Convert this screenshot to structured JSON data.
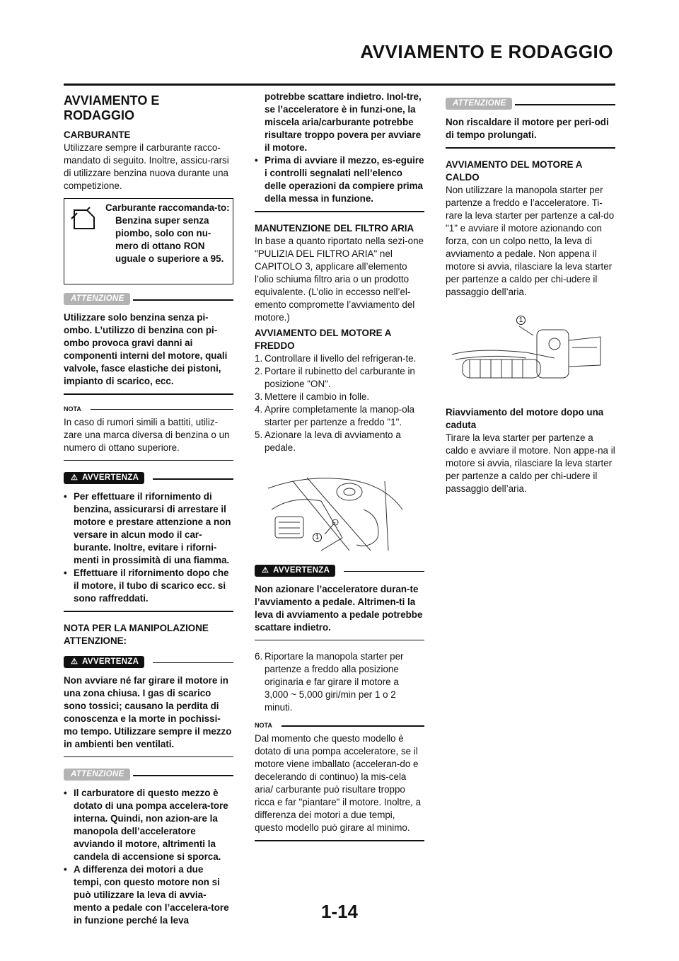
{
  "header": {
    "title": "AVVIAMENTO E RODAGGIO"
  },
  "footer": {
    "page": "1-14"
  },
  "col1": {
    "section_title": "AVVIAMENTO E RODAGGIO",
    "fuel_heading": "CARBURANTE",
    "fuel_text": "Utilizzare sempre il carburante racco-mandato di seguito. Inoltre, assicu-rarsi di utilizzare benzina nuova durante una competizione.",
    "box_title": "Carburante raccomanda-to:",
    "box_text": "Benzina super senza piombo, solo con nu-mero di ottano RON uguale o superiore a 95.",
    "att1_label": "ATTENZIONE",
    "att1_text": "Utilizzare solo benzina senza pi-ombo. L’utilizzo di benzina con pi-ombo provoca gravi danni ai componenti interni del motore, quali valvole, fasce elastiche dei pistoni, impianto di scarico, ecc.",
    "nota_label": "NOTA",
    "nota_text": "In caso di rumori simili a battiti, utiliz-zare una marca diversa di benzina o un numero di ottano superiore.",
    "avv1_label": "AVVERTENZA",
    "avv1_items": [
      "Per effettuare il rifornimento di benzina, assicurarsi di arrestare il motore e prestare attenzione a non versare in alcun modo il car-burante. Inoltre, evitare i riforni-menti in prossimità di una fiamma.",
      "Effettuare il rifornimento dopo che il motore, il tubo di scarico ecc. si sono raffreddati."
    ],
    "handling_heading": "NOTA PER LA MANIPOLAZIONE ATTENZIONE:",
    "avv2_label": "AVVERTENZA",
    "avv2_text": "Non avviare né far girare il motore in una zona chiusa. I gas di scarico sono tossici; causano la perdita di conoscenza e la morte in pochissi-mo tempo. Utilizzare sempre il mezzo in ambienti ben ventilati.",
    "att2_label": "ATTENZIONE",
    "att2_items": [
      "Il carburatore di questo mezzo è dotato di una pompa accelera-tore interna. Quindi, non azion-are la manopola dell’acceleratore avviando il motore, altrimenti la candela di accensione si sporca.",
      "A differenza dei motori a due tempi, con questo motore non si può utilizzare la leva di avvia-mento a pedale con l’accelera-tore in funzione perché la leva"
    ]
  },
  "col2": {
    "cont_items": [
      "potrebbe scattare indietro. Inol-tre, se l’acceleratore è in funzi-one, la miscela aria/carburante potrebbe risultare troppo povera per avviare il motore.",
      "Prima di avviare il mezzo, es-eguire i controlli segnalati nell’elenco delle operazioni da compiere prima della messa in funzione."
    ],
    "filter_heading": "MANUTENZIONE DEL FILTRO ARIA",
    "filter_text": "In base a quanto riportato nella sezi-one \"PULIZIA DEL FILTRO ARIA\" nel CAPITOLO 3, applicare all’elemento l’olio schiuma filtro aria o un prodotto equivalente. (L’olio in eccesso nell’el-emento compromette l’avviamento del motore.)",
    "cold_heading": "AVVIAMENTO DEL MOTORE A FREDDO",
    "cold_steps": [
      {
        "n": "1.",
        "t": "Controllare il livello del refrigeran-te."
      },
      {
        "n": "2.",
        "t": "Portare il rubinetto del carburante in posizione \"ON\"."
      },
      {
        "n": "3.",
        "t": "Mettere il cambio in folle."
      },
      {
        "n": "4.",
        "t": "Aprire completamente la manop-ola starter per partenze a freddo \"1\"."
      },
      {
        "n": "5.",
        "t": "Azionare la leva di avviamento a pedale."
      }
    ],
    "fig_callout": "1",
    "avv3_label": "AVVERTENZA",
    "avv3_text": "Non azionare l’acceleratore duran-te l’avviamento a pedale. Altrimen-ti la leva di avviamento a pedale potrebbe scattare indietro.",
    "step6_n": "6.",
    "step6_t": "Riportare la manopola starter per partenze a freddo alla posizione originaria e far girare il motore a 3,000 ~ 5,000 giri/min per 1 o 2 minuti.",
    "nota_label": "NOTA",
    "nota_text": "Dal momento che questo modello è dotato di una pompa acceleratore, se il motore viene imballato (acceleran-do e decelerando di continuo) la mis-cela aria/ carburante può risultare troppo ricca e far \"piantare\" il motore. Inoltre, a differenza dei motori a due tempi, questo modello può girare al minimo."
  },
  "col3": {
    "att_label": "ATTENZIONE",
    "att_text": "Non riscaldare il motore per peri-odi di tempo prolungati.",
    "warm_heading": "AVVIAMENTO DEL MOTORE A CALDO",
    "warm_text": "Non utilizzare la manopola starter per partenze a freddo e l’acceleratore. Ti-rare la leva starter per partenze a cal-do \"1\" e avviare il motore azionando con forza, con un colpo netto, la leva di avviamento a pedale. Non appena il motore si avvia, rilasciare la leva starter per partenze a caldo per chi-udere il passaggio dell’aria.",
    "fig_callout": "1",
    "fall_heading": "Riavviamento del motore dopo una caduta",
    "fall_text": "Tirare la leva starter per partenze a caldo e avviare il motore. Non appe-na il motore si avvia, rilasciare la leva starter per partenze a caldo per chi-udere il passaggio dell’aria."
  }
}
